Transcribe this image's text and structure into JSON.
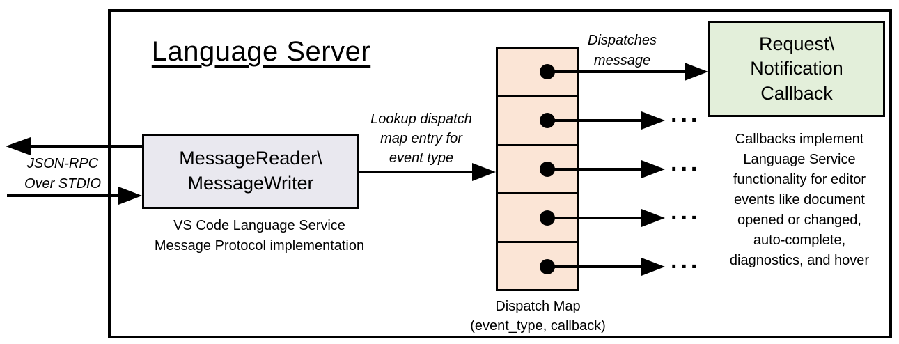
{
  "diagram": {
    "title": "Language Server",
    "border_color": "#000000",
    "background": "#ffffff"
  },
  "io_channel": {
    "label": "JSON-RPC\nOver STDIO"
  },
  "message_io": {
    "box_label": "MessageReader\\\nMessageWriter",
    "caption": "VS Code Language Service\nMessage Protocol implementation",
    "fill": "#e9e8ef"
  },
  "lookup_arrow": {
    "label": "Lookup dispatch\nmap entry for\nevent type"
  },
  "dispatch_arrow": {
    "label": "Dispatches\nmessage"
  },
  "dispatch_map": {
    "caption": "Dispatch Map\n(event_type, callback)",
    "rows": 5,
    "fill": "#fbe5d6",
    "ellipsis": "..."
  },
  "callback_box": {
    "label": "Request\\\nNotification\nCallback",
    "fill": "#e3efda"
  },
  "callbacks_note": "Callbacks implement\nLanguage Service\nfunctionality for editor\nevents like document\nopened or changed,\nauto-complete,\ndiagnostics, and hover"
}
